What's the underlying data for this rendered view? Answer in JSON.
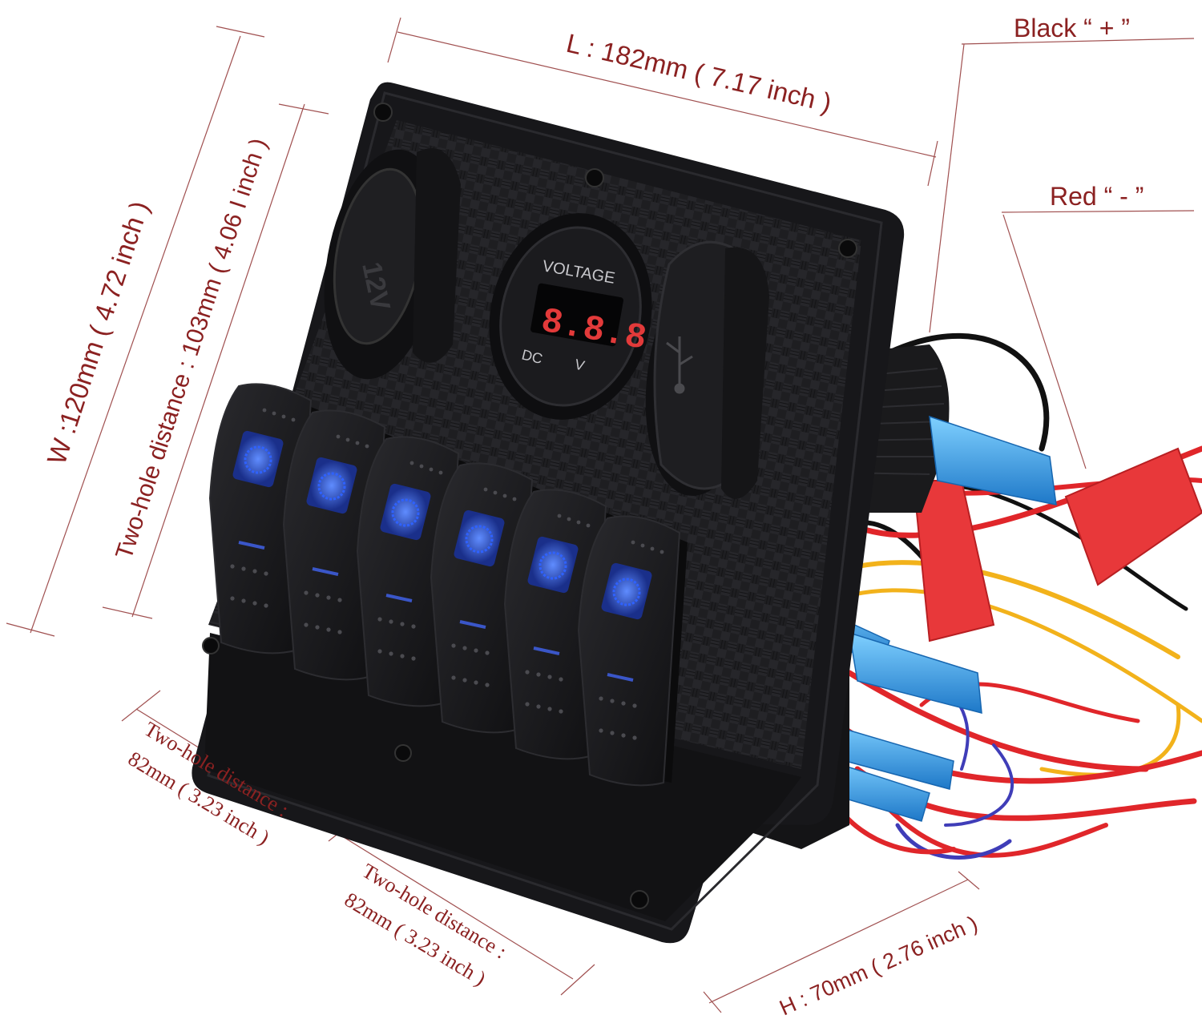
{
  "annotations": {
    "length": "L : 182mm ( 7.17 inch )",
    "width": "W :120mm ( 4.72 inch )",
    "two_hole_vertical": "Two-hole distance : 103mm ( 4.06 I inch )",
    "two_hole_bottom_1_line1": "Two-hole distance :",
    "two_hole_bottom_1_line2": "82mm ( 3.23 inch )",
    "two_hole_bottom_2_line1": "Two-hole distance :",
    "two_hole_bottom_2_line2": "82mm ( 3.23 inch )",
    "height": "H : 70mm ( 2.76 inch )",
    "black_wire": "Black  “ + ”",
    "red_wire": "Red  “ - ”"
  },
  "panel": {
    "socket_left_text": "12V",
    "voltmeter_title": "VOLTAGE",
    "voltmeter_reading": "8.8.8",
    "voltmeter_dc": "DC",
    "voltmeter_v": "V",
    "switch_count": 6
  },
  "colors": {
    "annotation": "#8b2121",
    "panel": "#1c1c1e",
    "switch_led": "#2f62ff",
    "wire_red": "#e0262a",
    "wire_yellow": "#f2b21b",
    "wire_blue": "#3f3db8",
    "connector_blue": "#3aa7e8"
  }
}
